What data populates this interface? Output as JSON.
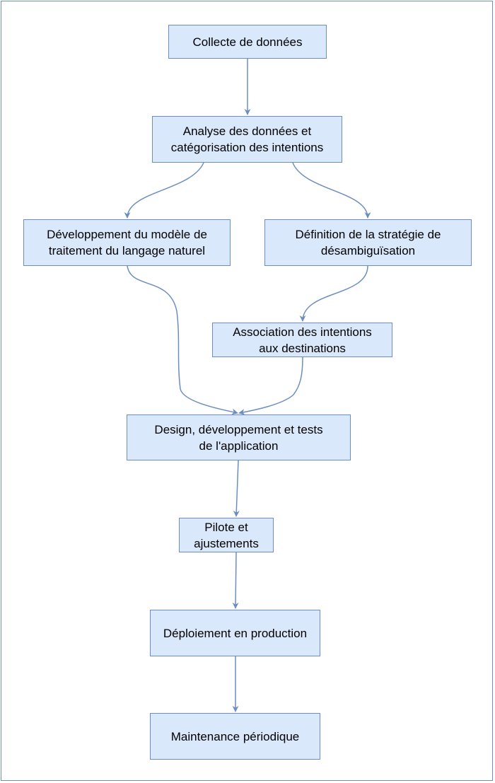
{
  "diagram": {
    "type": "flowchart",
    "colors": {
      "node_fill": "#dae8fc",
      "node_stroke": "#6c8ebf",
      "edge": "#6c8ebf"
    },
    "nodes": [
      {
        "id": "n1",
        "lines": [
          "Collecte de données"
        ]
      },
      {
        "id": "n2",
        "lines": [
          "Analyse des données et",
          "catégorisation des intentions"
        ]
      },
      {
        "id": "n3",
        "lines": [
          "Développement du modèle de",
          "traitement du langage naturel"
        ]
      },
      {
        "id": "n4",
        "lines": [
          "Définition de la stratégie de",
          "désambiguïsation"
        ]
      },
      {
        "id": "n5",
        "lines": [
          "Association des intentions",
          "aux destinations"
        ]
      },
      {
        "id": "n6",
        "lines": [
          "Design, développement et tests",
          "de l'application"
        ]
      },
      {
        "id": "n7",
        "lines": [
          "Pilote et",
          "ajustements"
        ]
      },
      {
        "id": "n8",
        "lines": [
          "Déploiement en production"
        ]
      },
      {
        "id": "n9",
        "lines": [
          "Maintenance périodique"
        ]
      }
    ],
    "edges": [
      {
        "from": "n1",
        "to": "n2"
      },
      {
        "from": "n2",
        "to": "n3"
      },
      {
        "from": "n2",
        "to": "n4"
      },
      {
        "from": "n3",
        "to": "n6"
      },
      {
        "from": "n4",
        "to": "n5"
      },
      {
        "from": "n5",
        "to": "n6"
      },
      {
        "from": "n6",
        "to": "n7"
      },
      {
        "from": "n7",
        "to": "n8"
      },
      {
        "from": "n8",
        "to": "n9"
      }
    ]
  }
}
